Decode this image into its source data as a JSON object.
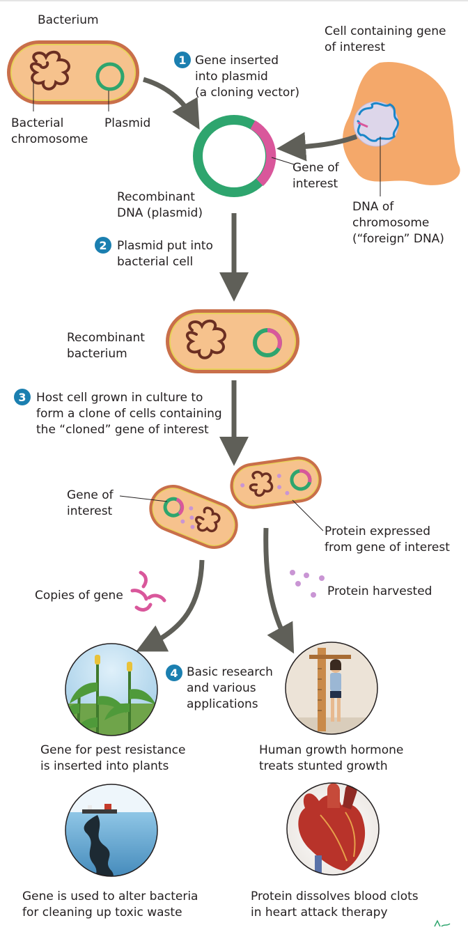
{
  "labels": {
    "bacterium": "Bacterium",
    "bacterial_chromosome": [
      "Bacterial",
      "chromosome"
    ],
    "plasmid": "Plasmid",
    "cell_gene_of_interest": [
      "Cell containing gene",
      "of interest"
    ],
    "recombinant_dna": [
      "Recombinant",
      "DNA (plasmid)"
    ],
    "gene_of_interest_top": [
      "Gene of",
      "interest"
    ],
    "dna_of_chromosome": [
      "DNA of",
      "chromosome",
      "(“foreign” DNA)"
    ],
    "recombinant_bacterium": [
      "Recombinant",
      "bacterium"
    ],
    "gene_of_interest_clone": [
      "Gene of",
      "interest"
    ],
    "protein_expressed": [
      "Protein expressed",
      "from gene of interest"
    ],
    "copies_of_gene": "Copies of gene",
    "protein_harvested": "Protein harvested",
    "app_pest": [
      "Gene for pest resistance",
      "is inserted into plants"
    ],
    "app_growth": [
      "Human growth hormone",
      "treats stunted growth"
    ],
    "app_toxic": [
      "Gene is used to alter bacteria",
      "for cleaning up toxic waste"
    ],
    "app_heart": [
      "Protein dissolves blood clots",
      "in heart attack therapy"
    ]
  },
  "steps": [
    {
      "number": "1",
      "text": [
        "Gene inserted",
        "into plasmid",
        "(a cloning vector)"
      ]
    },
    {
      "number": "2",
      "text": [
        "Plasmid  put into",
        "bacterial cell"
      ]
    },
    {
      "number": "3",
      "text": [
        "Host cell grown in culture to",
        "form a clone of cells containing",
        "the “cloned” gene of interest"
      ]
    },
    {
      "number": "4",
      "text": [
        "Basic research",
        "and various",
        "applications"
      ]
    }
  ],
  "colors": {
    "cell_fill": "#f6c28d",
    "cell_outline": "#b25a3b",
    "chromosome": "#6b2f22",
    "plasmid_green": "#2ea56e",
    "gene_pink": "#d9579b",
    "arrow": "#5f5f58",
    "badge": "#1b7fb0",
    "foreign_cell": "#f4a86a",
    "protein": "#c995d4"
  }
}
